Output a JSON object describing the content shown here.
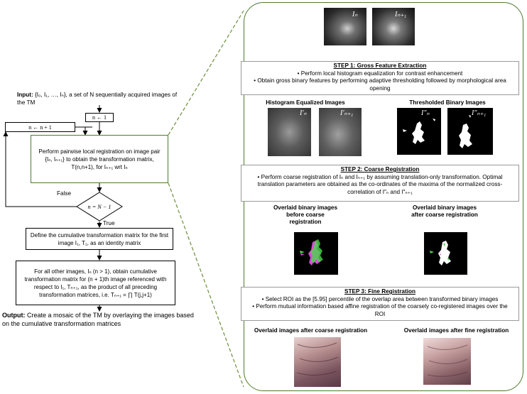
{
  "flowchart": {
    "input_label": "Input:",
    "input_text": " {I₀, I₁, …, Iₙ}, a set of N sequentially acquired images of the TM",
    "init_box": "n ← 1",
    "increment_box": "n ← n + 1",
    "registration_box": "Perform pairwise local registration on image pair {Iₙ, Iₙ₊₁} to obtain the transformation matrix, T(n,n+1), for Iₙ₊₁ wrt Iₙ",
    "decision_box": "n = N − 1",
    "false_label": "False",
    "true_label": "True",
    "identity_box": "Define the cumulative transformation matrix for the first image I₁, T₁, as an identity matrix",
    "cumulative_box": "For all other images, Iₙ (n > 1), obtain cumulative transformation matrix for (n + 1)th image referenced with respect to I₁, Tₙ₊₁, as the product of all preceding transformation matrices, i.e. Tₙ₊₁ = ∏ T(j,j+1)",
    "output_label": "Output:",
    "output_text": " Create a mosaic of the TM by overlaying the images based on the  cumulative transformation matrices"
  },
  "panel": {
    "top_labels": [
      "Iₙ",
      "Iₙ₊₁"
    ],
    "step1": {
      "title": "STEP 1: Gross Feature Extraction",
      "bullets": [
        "• Perform local histogram equalization for contrast enhancement",
        "• Obtain gross binary features by performing adaptive thresholding followed by morphological area opening"
      ]
    },
    "hist_title": "Histogram Equalized Images",
    "hist_labels": [
      "I′ₙ",
      "I′ₙ₊₁"
    ],
    "thresh_title": "Thresholded Binary Images",
    "thresh_labels": [
      "I″ₙ",
      "I″ₙ₊₁"
    ],
    "step2": {
      "title": "STEP 2: Coarse Registration",
      "bullets": [
        "• Perform coarse registration of Iₙ and Iₙ₊₁ by assuming translation-only transformation. Optimal  translation parameters are obtained as the co-ordinates of the maxima of the normalized cross-correlation of I″ₙ and I″ₙ₊₁"
      ]
    },
    "overlay_before": "Overlaid binary images before coarse registration",
    "overlay_after": "Overlaid binary images after coarse registration",
    "step3": {
      "title": "STEP 3: Fine Registration",
      "bullets": [
        "• Select ROI as the [5.95] percentile of the overlap area between transformed binary images",
        "• Perform mutual information based affine registration of the coarsely co-registered images over the ROI"
      ]
    },
    "final_coarse": "Overlaid images after coarse registration",
    "final_fine": "Overlaid images after fine registration"
  },
  "colors": {
    "flow_border": "#4e7a2e",
    "panel_border": "#4e7a2e",
    "connector": "#6b8e3d"
  }
}
